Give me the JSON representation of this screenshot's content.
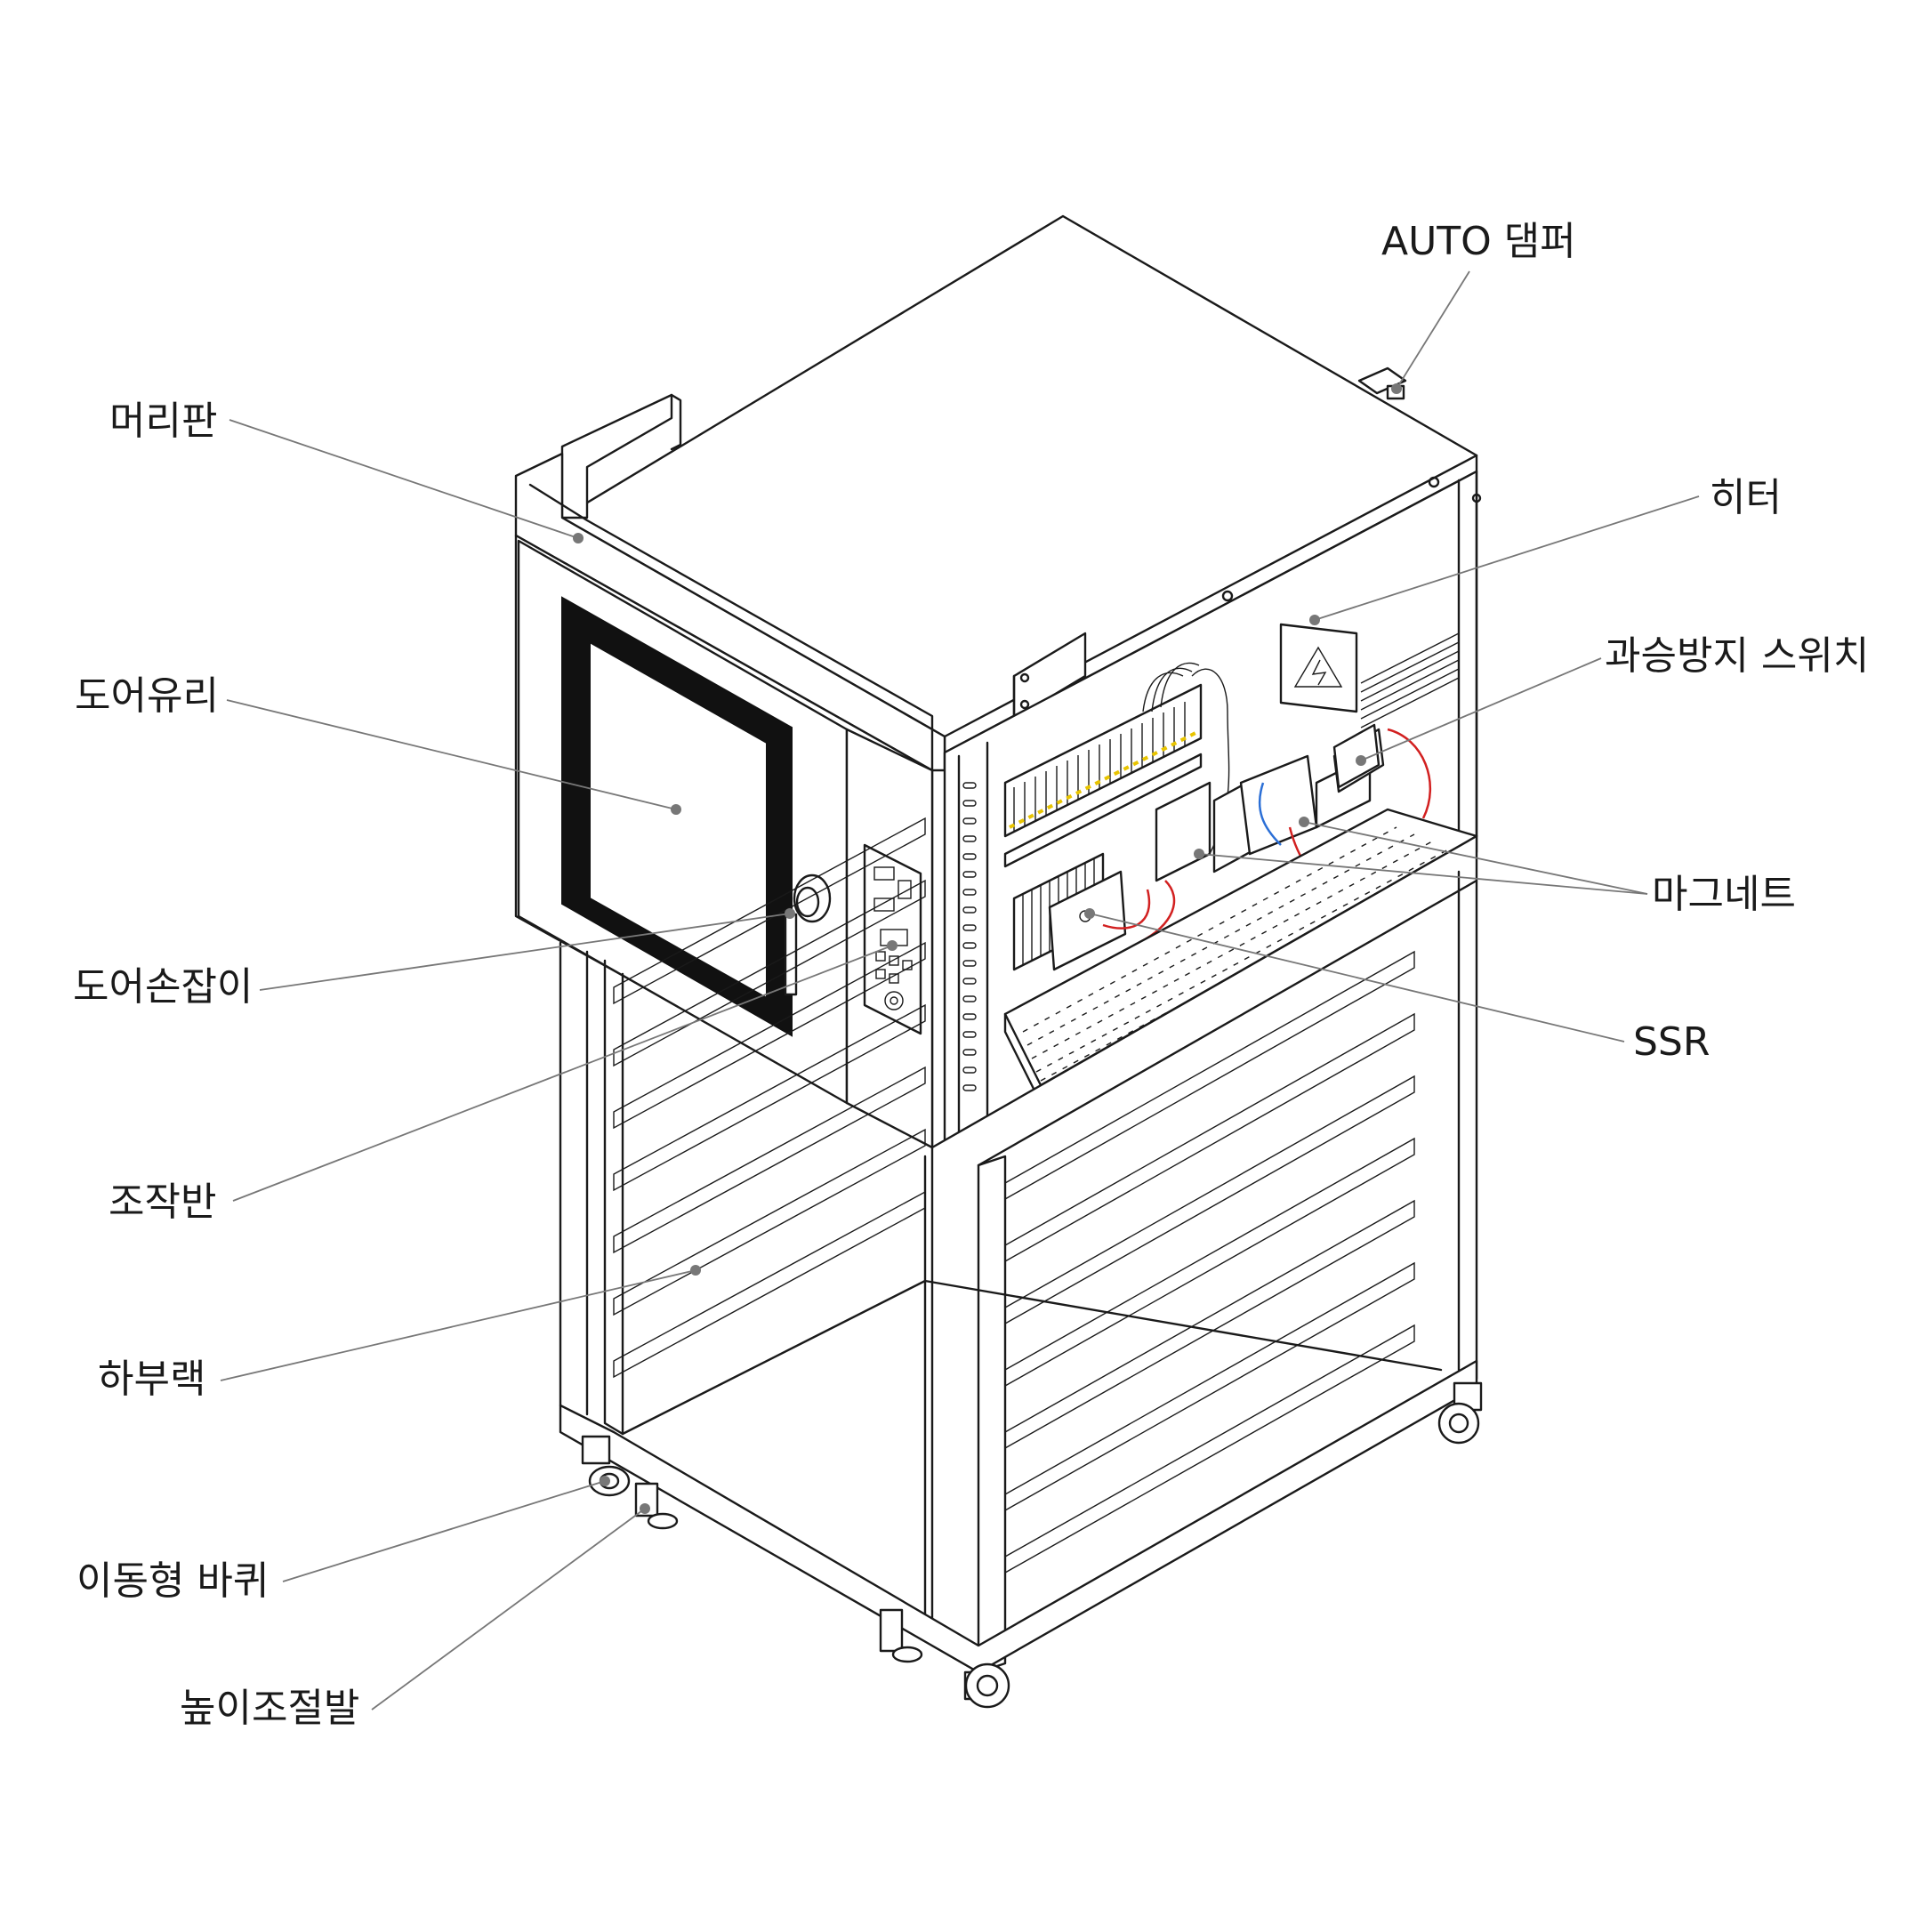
{
  "callouts": [
    {
      "id": "head-panel",
      "label": "머리판"
    },
    {
      "id": "door-glass",
      "label": "도어유리"
    },
    {
      "id": "door-handle",
      "label": "도어손잡이"
    },
    {
      "id": "control-panel",
      "label": "조작반"
    },
    {
      "id": "lower-rack",
      "label": "하부랙"
    },
    {
      "id": "caster-wheel",
      "label": "이동형 바퀴"
    },
    {
      "id": "leveling-foot",
      "label": "높이조절발"
    },
    {
      "id": "auto-damper",
      "label": "AUTO 댐퍼"
    },
    {
      "id": "heater",
      "label": "히터"
    },
    {
      "id": "overheat-switch",
      "label": "과승방지 스위치"
    },
    {
      "id": "magnet",
      "label": "마그네트"
    },
    {
      "id": "ssr",
      "label": "SSR"
    }
  ],
  "colors": {
    "outline": "#1a1a1a",
    "leader": "#777777",
    "wire_red": "#d22020",
    "wire_blue": "#2b6fd6",
    "terminal_yellow": "#e8c400",
    "background": "#ffffff"
  }
}
